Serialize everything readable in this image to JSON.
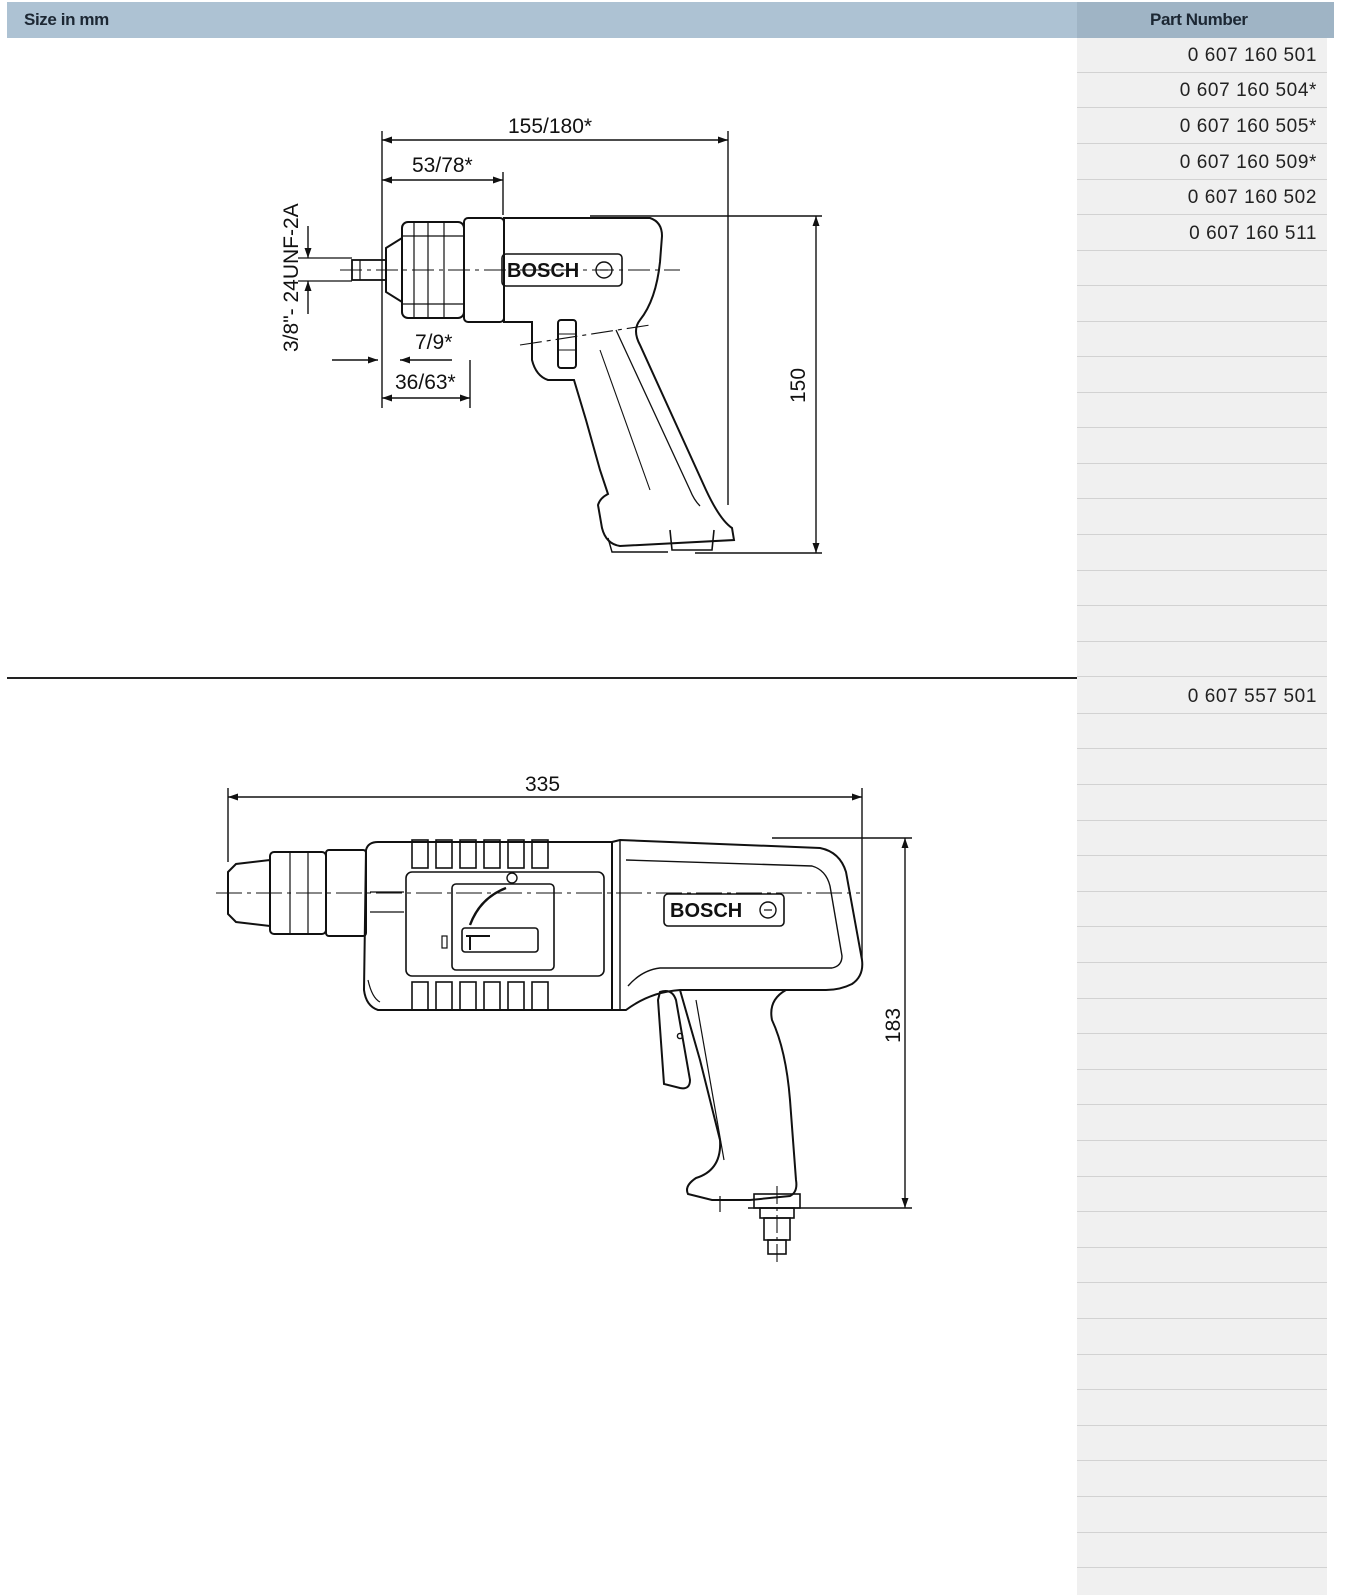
{
  "header": {
    "size_label": "Size in mm",
    "part_number_label": "Part Number"
  },
  "part_numbers": {
    "group1": [
      "0 607 160 501",
      "0 607 160 504*",
      "0 607 160 505*",
      "0 607 160 509*",
      "0 607 160 502",
      "0 607 160 511"
    ],
    "group2": [
      "0 607 557 501"
    ]
  },
  "drawing1": {
    "dim_overall_length": "155/180*",
    "dim_front_length": "53/78*",
    "dim_thread": "3/8\"- 24UNF-2A",
    "dim_spindle": "7/9*",
    "dim_chuck": "36/63*",
    "dim_height": "150",
    "logo": "BOSCH"
  },
  "drawing2": {
    "dim_overall_length": "335",
    "dim_height": "183",
    "logo": "BOSCH"
  }
}
